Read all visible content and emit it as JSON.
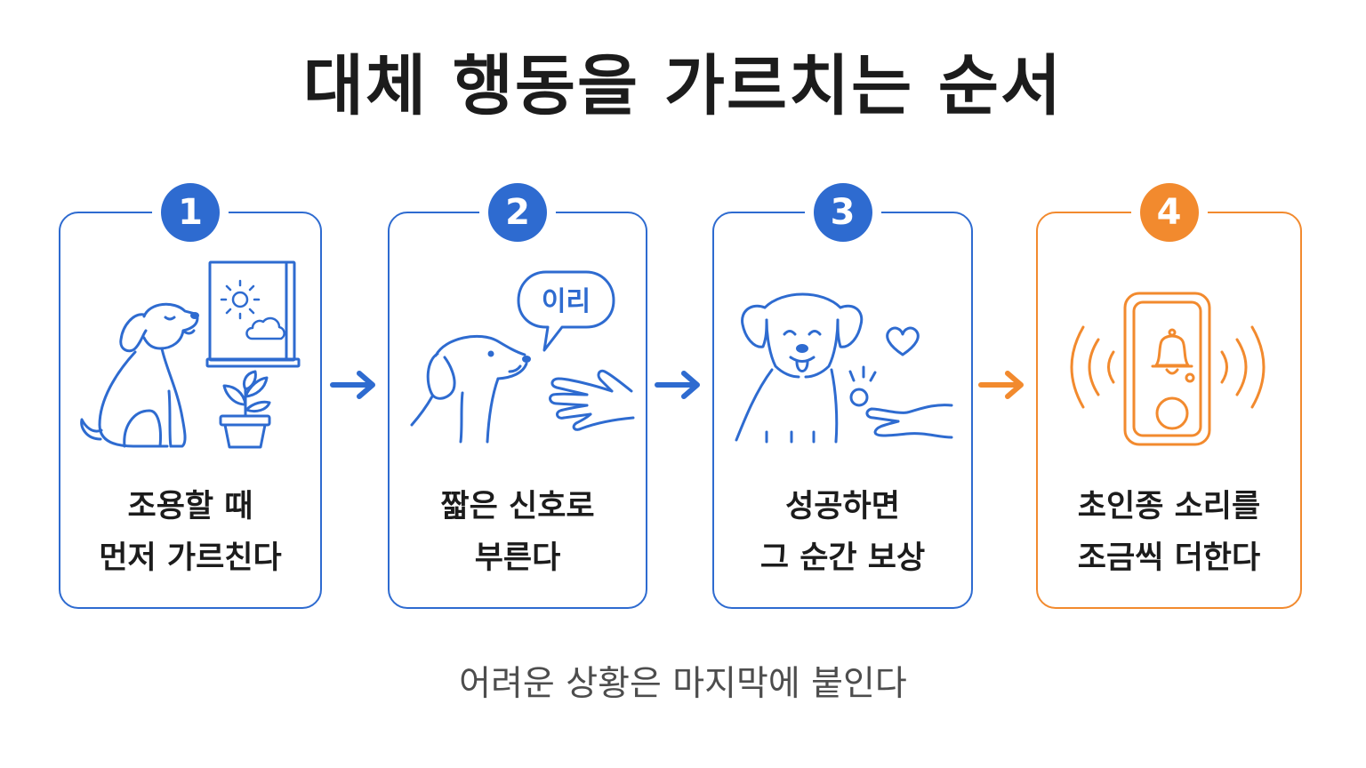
{
  "title": "대체 행동을 가르치는 순서",
  "steps": [
    {
      "number": "1",
      "line1": "조용할 때",
      "line2": "먼저 가르친다",
      "icons": [
        "dog-sitting-icon",
        "window-icon",
        "sun-icon",
        "cloud-icon",
        "plant-icon"
      ]
    },
    {
      "number": "2",
      "line1": "짧은 신호로",
      "line2": "부른다",
      "bubble": "이리",
      "icons": [
        "dog-head-icon",
        "speech-bubble-icon",
        "open-hand-icon"
      ]
    },
    {
      "number": "3",
      "line1": "성공하면",
      "line2": "그 순간 보상",
      "icons": [
        "happy-dog-icon",
        "heart-icon",
        "hand-treat-icon"
      ]
    },
    {
      "number": "4",
      "line1": "초인종 소리를",
      "line2": "조금씩 더한다",
      "icons": [
        "doorbell-icon",
        "bell-icon",
        "sound-wave-icon"
      ]
    }
  ],
  "footer": "어려운 상황은 마지막에 붙인다",
  "colors": {
    "primary": "#2E6BD0",
    "accent": "#F28A2E",
    "text": "#1c1c1c",
    "muted": "#4d4d4d"
  }
}
